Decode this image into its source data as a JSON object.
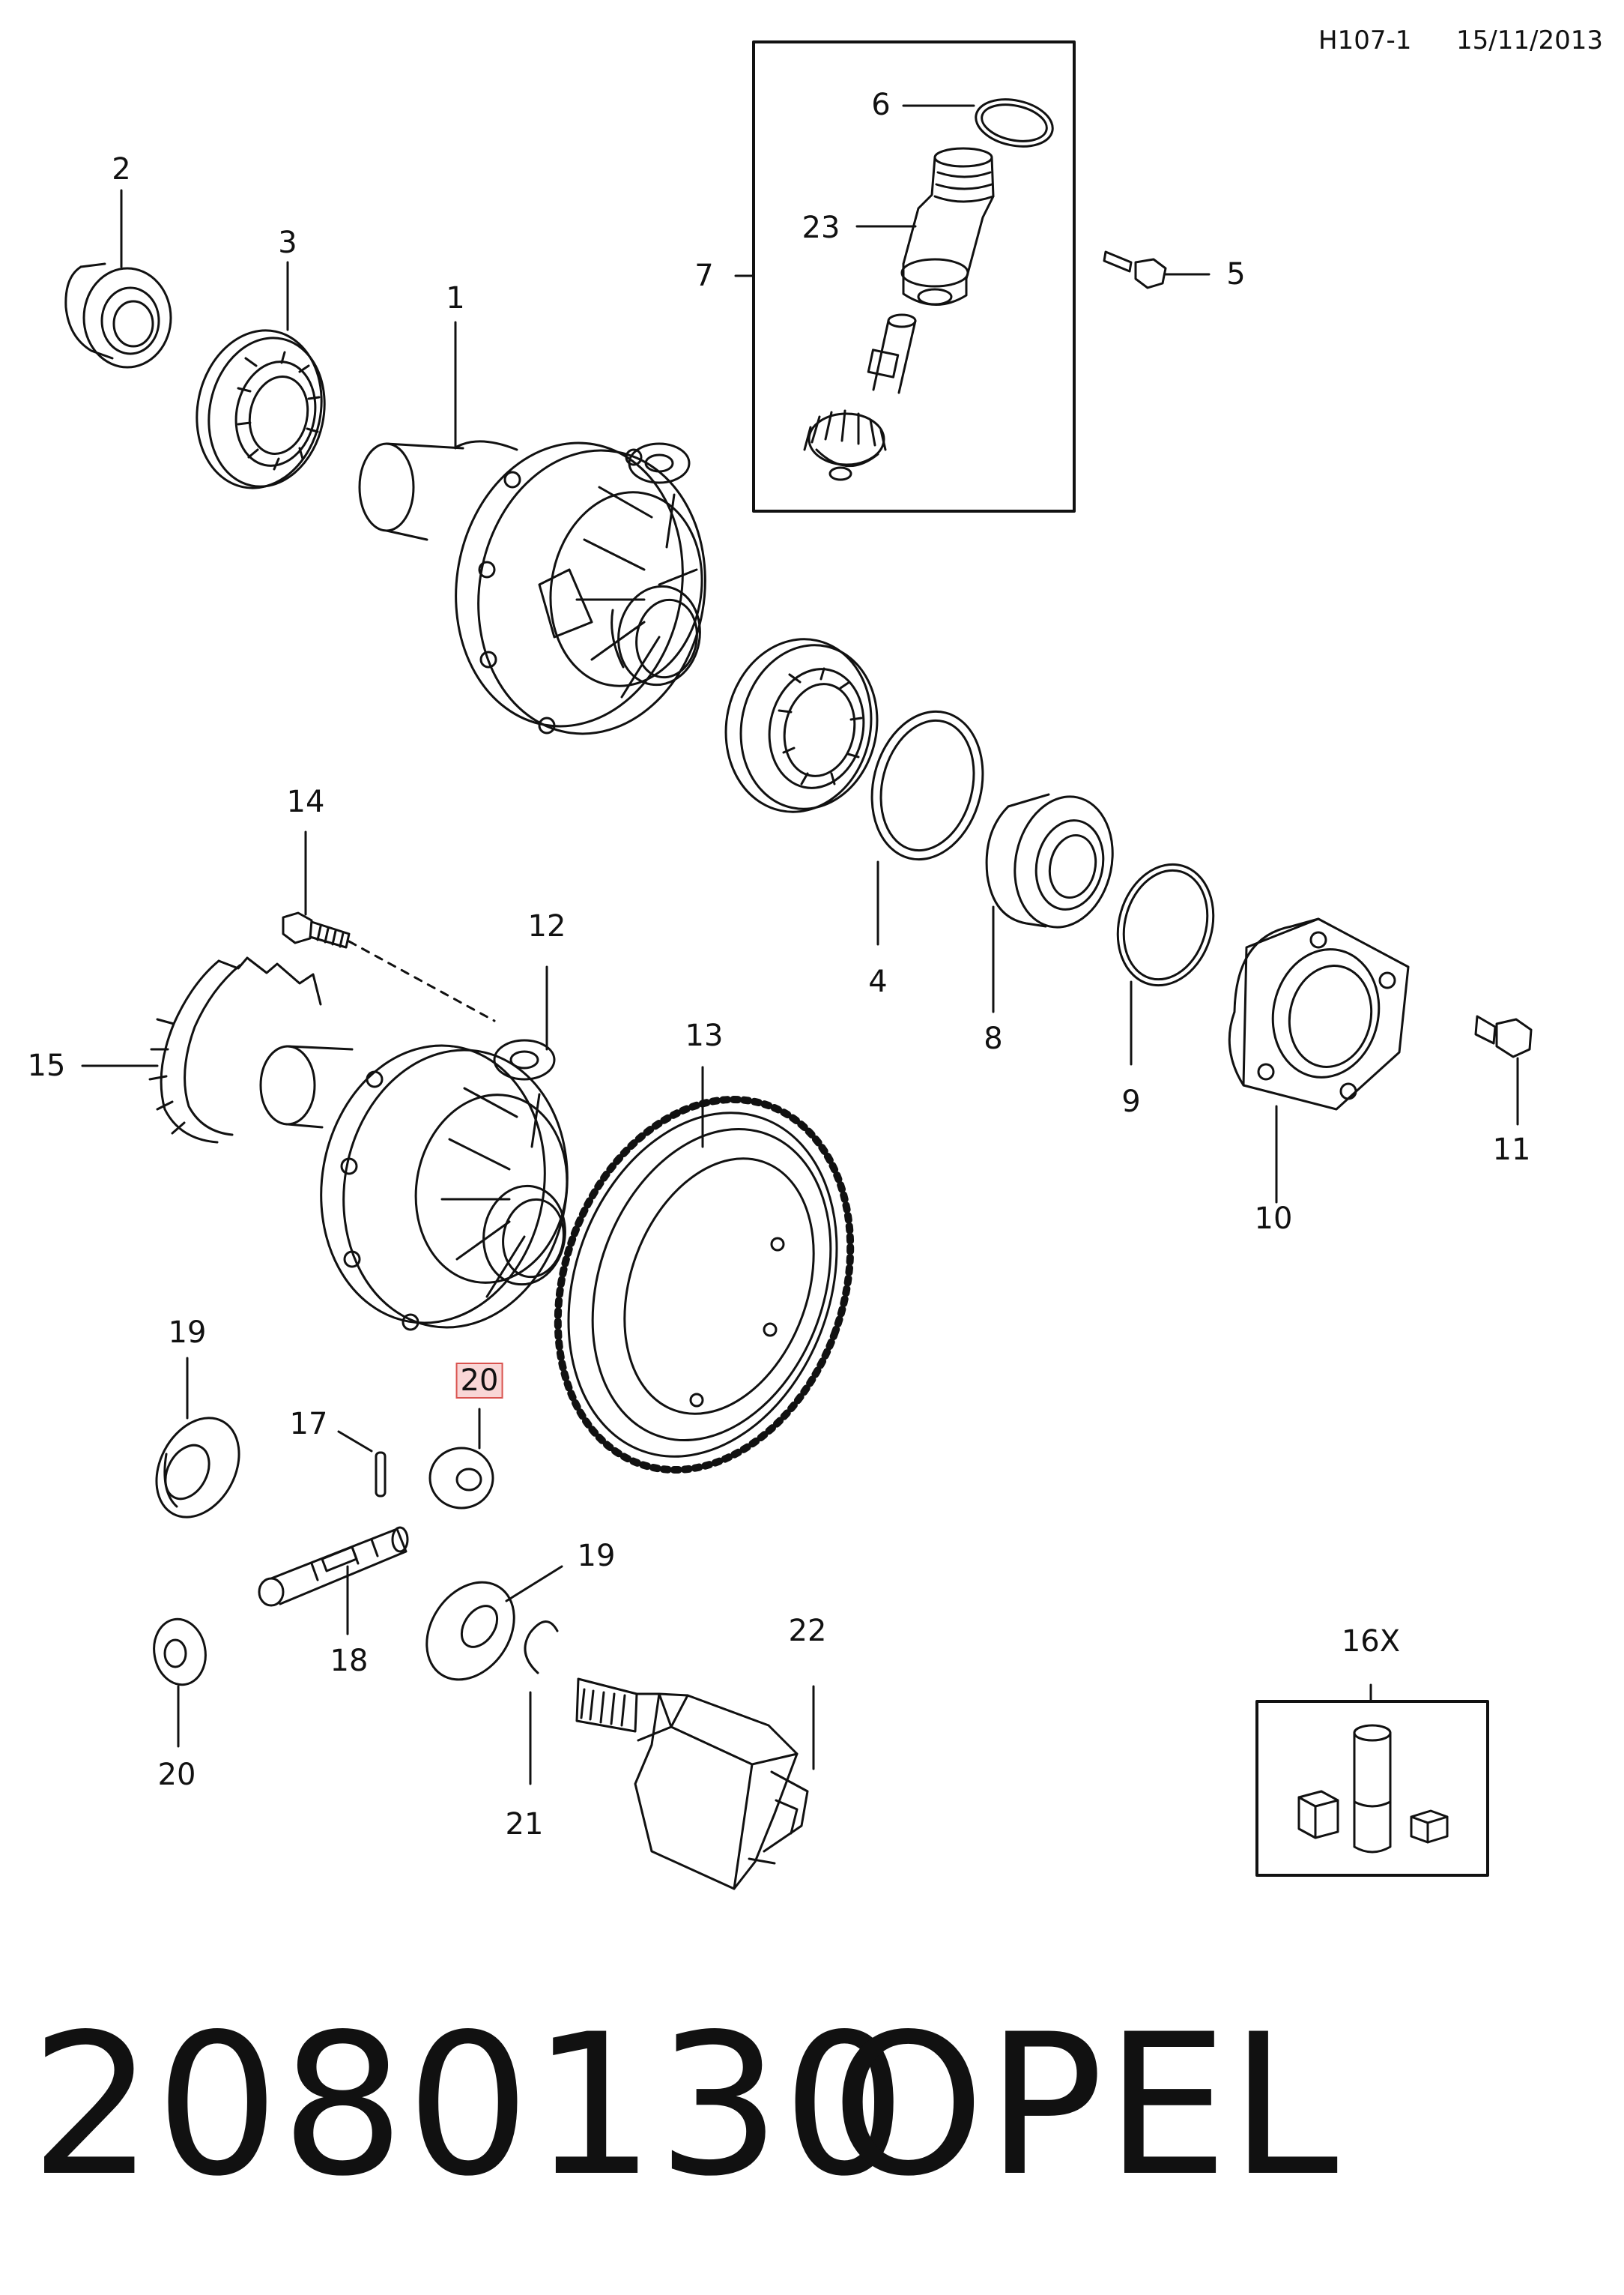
{
  "header": {
    "code": "H107-1",
    "date": "15/11/2013"
  },
  "callouts": {
    "c1": "1",
    "c2": "2",
    "c3": "3",
    "c4": "4",
    "c5": "5",
    "c6": "6",
    "c7": "7",
    "c8": "8",
    "c9": "9",
    "c10": "10",
    "c11": "11",
    "c12": "12",
    "c13": "13",
    "c14": "14",
    "c15": "15",
    "c16": "16X",
    "c17": "17",
    "c18": "18",
    "c19a": "19",
    "c19b": "19",
    "c20a": "20",
    "c20b": "20",
    "c21": "21",
    "c22": "22",
    "c23": "23"
  },
  "highlight": {
    "part": "20",
    "color": "#d9534f"
  },
  "footer": {
    "part_number": "2080130",
    "brand": "OPEL"
  }
}
